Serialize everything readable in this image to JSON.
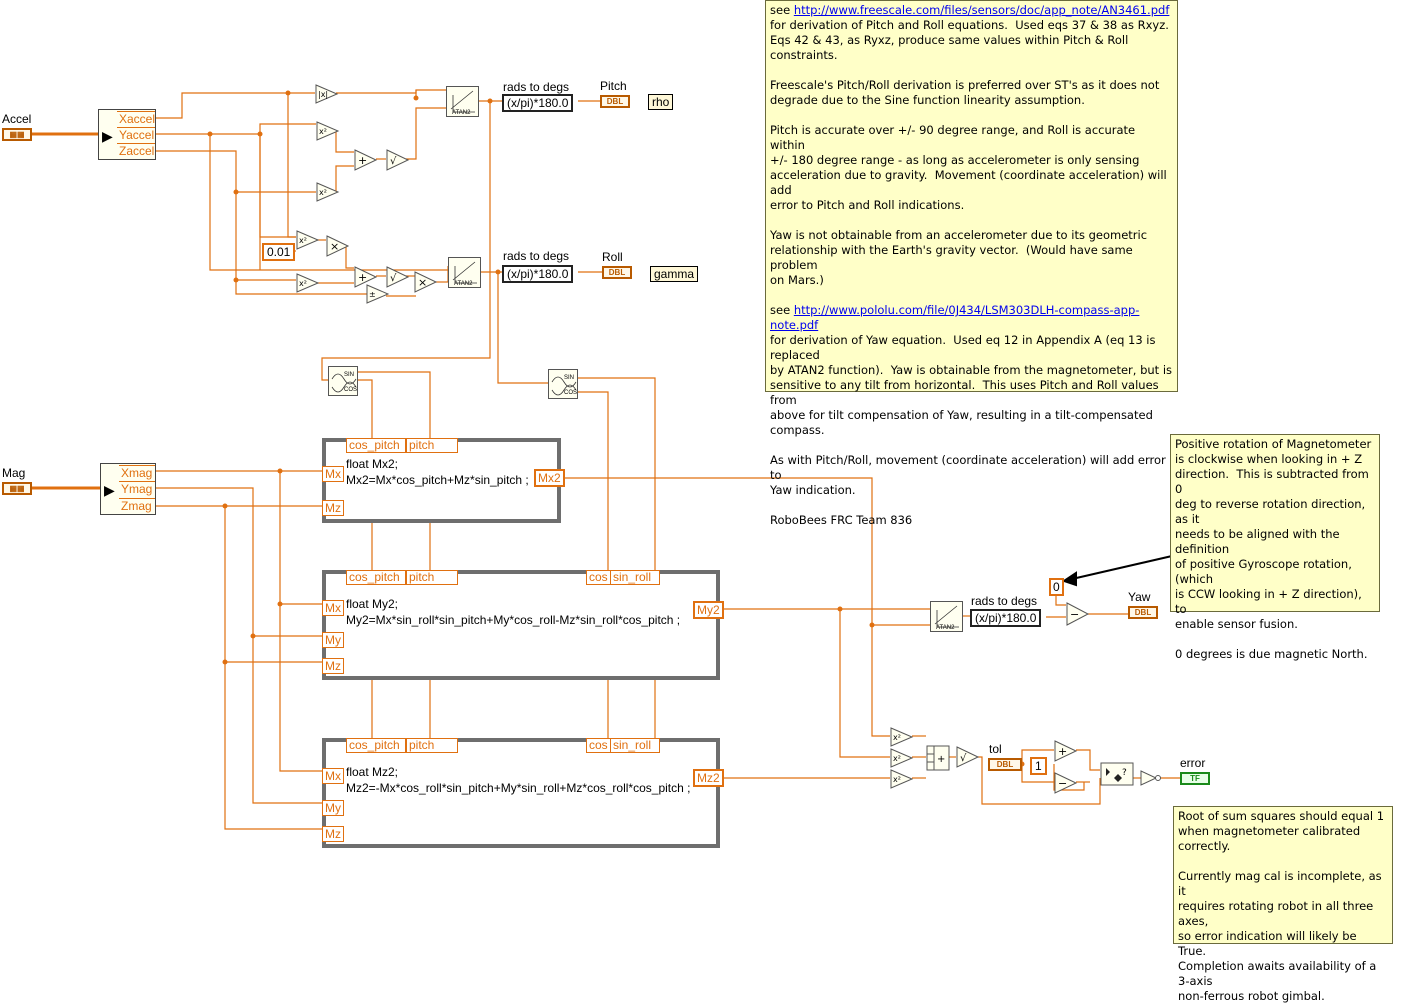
{
  "accel": {
    "control_label": "Accel",
    "unbundle": [
      "Xaccel",
      "Yaccel",
      "Zaccel"
    ],
    "tolerance_const": "0.01"
  },
  "pitch": {
    "rads_label": "rads to degs",
    "expr": "(x/pi)*180.0",
    "indicator_label": "Pitch",
    "string_label": "rho"
  },
  "roll": {
    "rads_label": "rads to degs",
    "expr": "(x/pi)*180.0",
    "indicator_label": "Roll",
    "string_label": "gamma"
  },
  "mag": {
    "control_label": "Mag",
    "unbundle": [
      "Xmag",
      "Ymag",
      "Zmag"
    ]
  },
  "formula_nodes": [
    {
      "top_terminals": [
        "cos_pitch",
        "pitch"
      ],
      "inputs": [
        "Mx",
        "Mz"
      ],
      "code_lines": [
        "float Mx2;",
        "Mx2=Mx*cos_pitch+Mz*sin_pitch ;"
      ],
      "output": "Mx2"
    },
    {
      "top_terminals": [
        "cos_pitch",
        "pitch",
        "cos",
        "sin_roll"
      ],
      "inputs": [
        "Mx",
        "My",
        "Mz"
      ],
      "code_lines": [
        "float My2;",
        "My2=Mx*sin_roll*sin_pitch+My*cos_roll-Mz*sin_roll*cos_pitch ;"
      ],
      "output": "My2"
    },
    {
      "top_terminals": [
        "cos_pitch",
        "pitch",
        "cos",
        "sin_roll"
      ],
      "inputs": [
        "Mx",
        "My",
        "Mz"
      ],
      "code_lines": [
        "float Mz2;",
        "Mz2=-Mx*cos_roll*sin_pitch+My*sin_roll+Mz*cos_roll*cos_pitch ;"
      ],
      "output": "Mz2"
    }
  ],
  "yaw": {
    "rads_label": "rads to degs",
    "expr": "(x/pi)*180.0",
    "offset_const": "0",
    "indicator_label": "Yaw"
  },
  "error_section": {
    "tol_label": "tol",
    "one_const": "1",
    "indicator_label": "error"
  },
  "type_tags": {
    "dbl": "DBL",
    "tf": "TF",
    "atan2": "ATAN2",
    "sin": "SIN",
    "cos": "COS"
  },
  "notes": {
    "main_link1": "http://www.freescale.com/files/sensors/doc/app_note/AN3461.pdf",
    "main_link2": "http://www.pololu.com/file/0J434/LSM303DLH-compass-app-note.pdf",
    "main_p1_prefix": "see ",
    "main_p1_rest": "for derivation of Pitch and Roll equations.  Used eqs 37 & 38 as Rxyz.\nEqs 42 & 43, as Ryxz, produce same values within Pitch & Roll constraints.\n\nFreescale's Pitch/Roll derivation is preferred over ST's as it does not\ndegrade due to the Sine function linearity assumption.\n\nPitch is accurate over +/- 90 degree range, and Roll is accurate within\n+/- 180 degree range - as long as accelerometer is only sensing\nacceleration due to gravity.  Movement (coordinate acceleration) will add\nerror to Pitch and Roll indications.\n\nYaw is not obtainable from an accelerometer due to its geometric\nrelationship with the Earth's gravity vector.  (Would have same problem\non Mars.)\n\n",
    "main_p2_prefix": "see ",
    "main_p2_rest": "for derivation of Yaw equation.  Used eq 12 in Appendix A (eq 13 is replaced\nby ATAN2 function).  Yaw is obtainable from the magnetometer, but is\nsensitive to any tilt from horizontal.  This uses Pitch and Roll values from\nabove for tilt compensation of Yaw, resulting in a tilt-compensated compass.\n\nAs with Pitch/Roll, movement (coordinate acceleration) will add error to\nYaw indication.\n\nRoboBees FRC Team 836",
    "rotation": "Positive rotation of Magnetometer\nis clockwise when looking in + Z\ndirection.  This is subtracted from 0\ndeg to reverse rotation direction, as it\nneeds to be aligned with the definition\nof positive Gyroscope rotation, (which\nis CCW looking in + Z direction), to\nenable sensor fusion.\n\n0 degrees is due magnetic North.",
    "rss": "Root of sum squares should equal 1\nwhen magnetometer calibrated\ncorrectly.\n\nCurrently mag cal is incomplete, as it\nrequires rotating robot in all three axes,\nso error indication will likely be True.\nCompletion awaits availability of a 3-axis\nnon-ferrous robot gimbal."
  }
}
